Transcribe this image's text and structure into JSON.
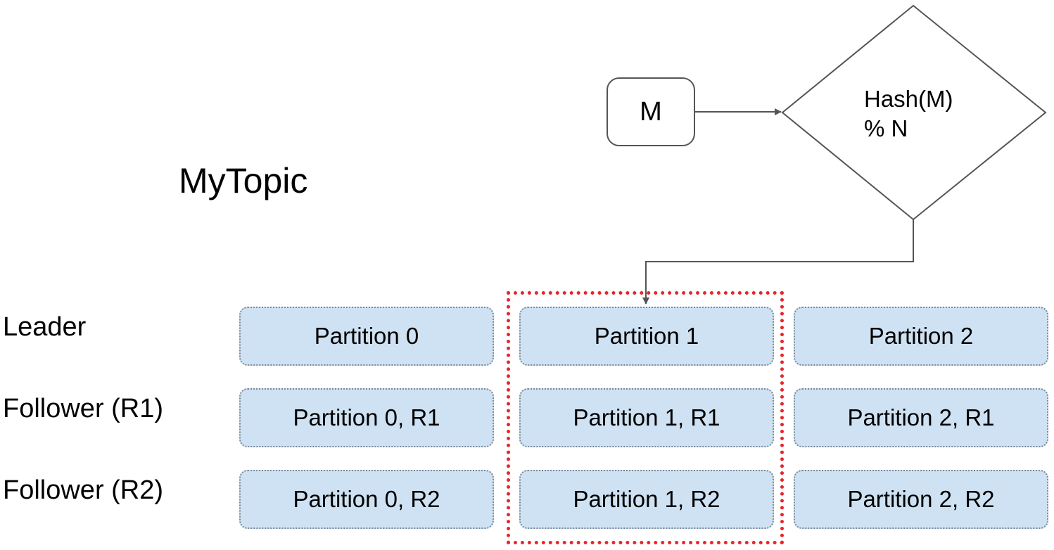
{
  "title": "MyTopic",
  "message": "M",
  "hash_label": "Hash(M)\n% N",
  "row_labels": [
    "Leader",
    "Follower (R1)",
    "Follower (R2)"
  ],
  "partitions": [
    [
      "Partition 0",
      "Partition 1",
      "Partition 2"
    ],
    [
      "Partition 0, R1",
      "Partition 1, R1",
      "Partition 2, R1"
    ],
    [
      "Partition 0, R2",
      "Partition 1, R2",
      "Partition 2, R2"
    ]
  ],
  "colors": {
    "partition_fill": "#cfe2f3",
    "selection_border": "#e8262a",
    "connector": "#555555"
  }
}
